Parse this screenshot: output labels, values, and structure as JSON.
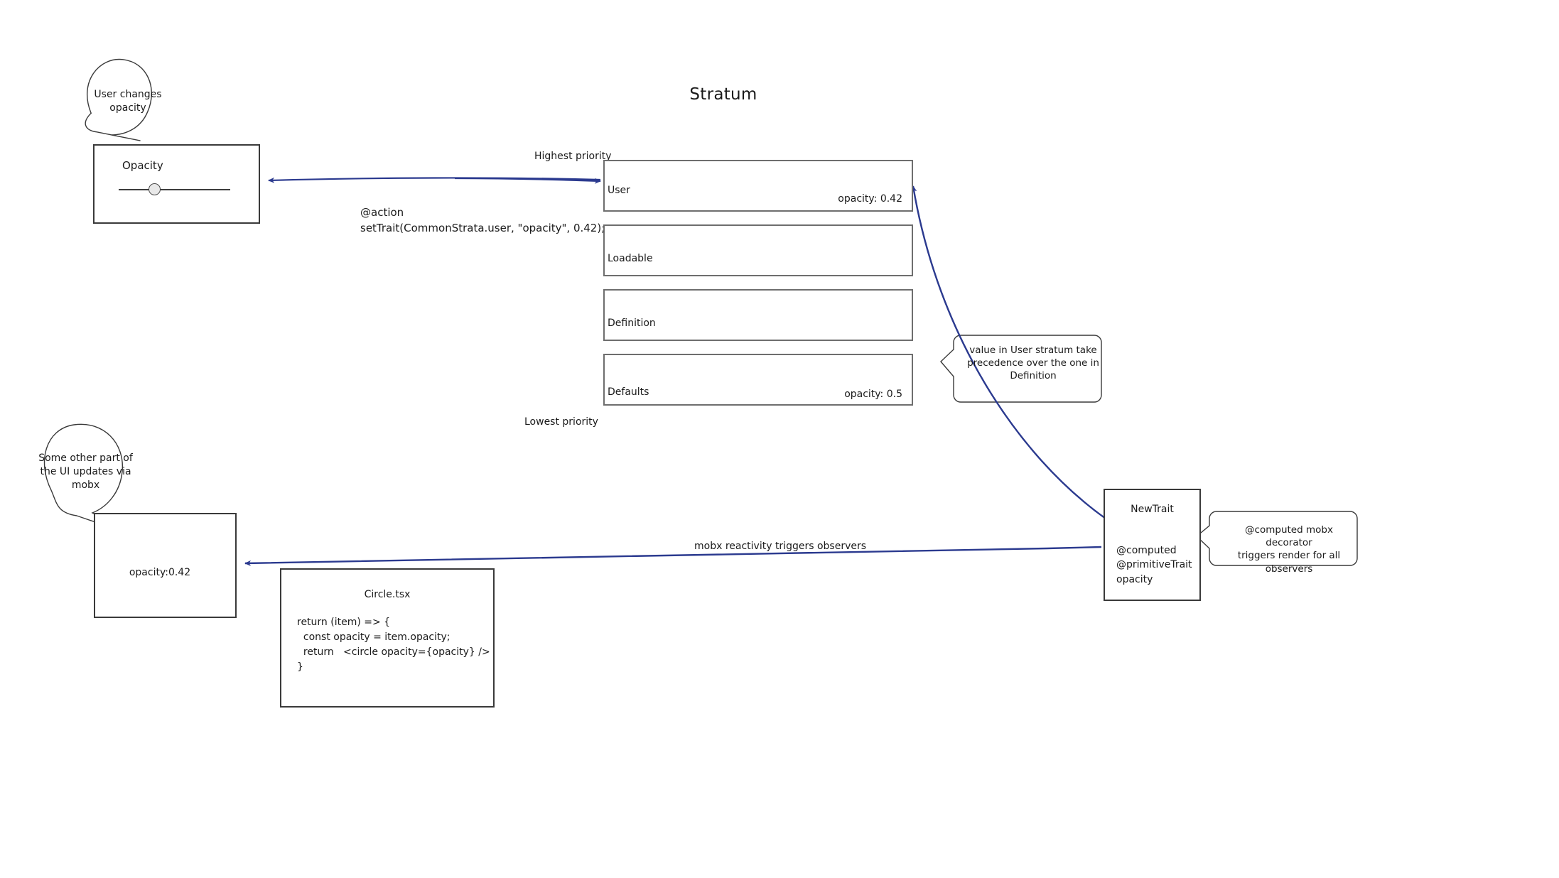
{
  "page": {
    "title": "Stratum",
    "background_color": "#ffffff",
    "arrow_color": "#2b3a8f",
    "box_border_color": "#6e6e6e",
    "circle_fill_color": "#ececec"
  },
  "opacity_panel": {
    "label": "Opacity",
    "control": "slider"
  },
  "action_note": {
    "text": "@action\nsetTrait(CommonStrata.user, \"opacity\", 0.42);"
  },
  "priority_labels": {
    "highest": "Highest priority",
    "lowest": "Lowest priority"
  },
  "strata": [
    {
      "name": "User",
      "value": "opacity: 0.42"
    },
    {
      "name": "Loadable",
      "value": ""
    },
    {
      "name": "Definition",
      "value": ""
    },
    {
      "name": "Defaults",
      "value": "opacity: 0.5"
    }
  ],
  "new_trait": {
    "title": "NewTrait",
    "body": "@computed\n@primitiveTrait\nopacity"
  },
  "circle_panel": {
    "label": "opacity:0.42"
  },
  "code_panel": {
    "title": "Circle.tsx",
    "body": "return (item) => {\n  const opacity = item.opacity;\n  return   <circle opacity={opacity} />\n}"
  },
  "edges": {
    "mobx_reactivity": "mobx reactivity triggers observers"
  },
  "callouts": [
    {
      "id": "user-changes",
      "text": "User changes\nopacity"
    },
    {
      "id": "some-other-ui",
      "text": "Some other part of\nthe UI updates via\nmobx"
    },
    {
      "id": "precedence",
      "text": "value in User stratum take\nprecedence over the one in\nDefinition"
    },
    {
      "id": "computed-mobx",
      "text": "@computed mobx decorator\ntriggers render for all observers"
    }
  ]
}
